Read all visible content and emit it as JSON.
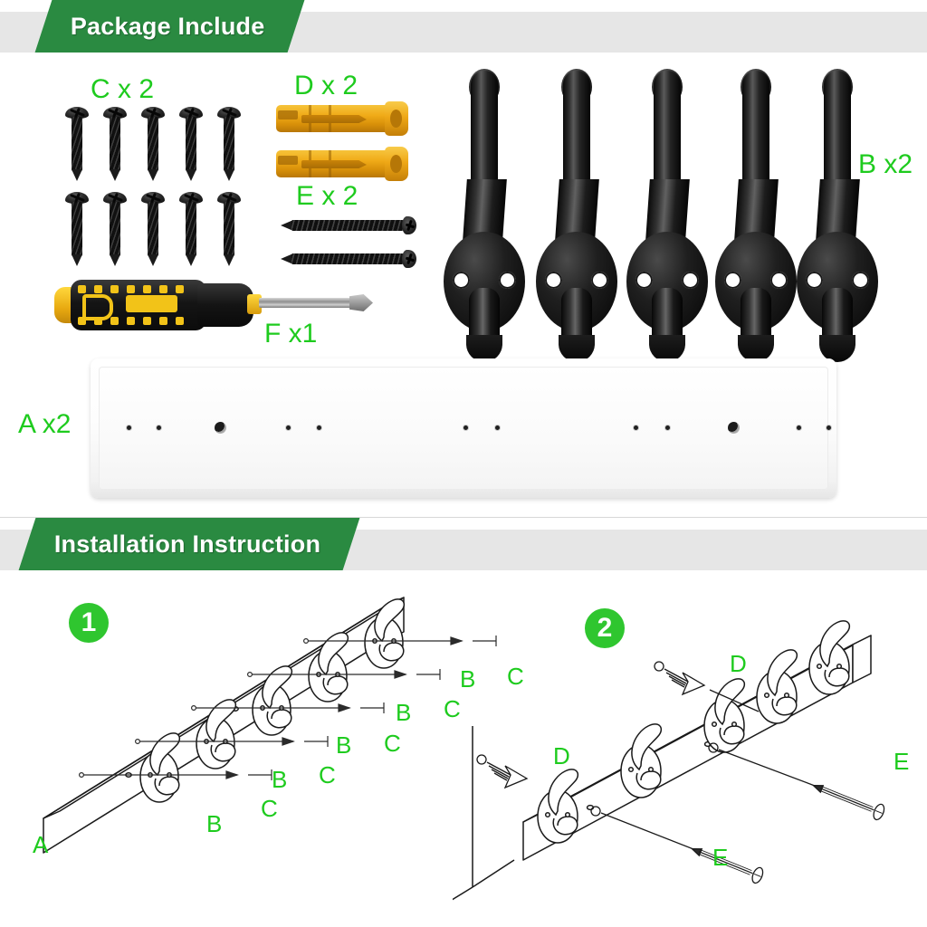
{
  "document": {
    "title": "Coat Hook Rack Package Include and Installation Instruction"
  },
  "sections": [
    {
      "id": "package",
      "banner_label": "Package Include"
    },
    {
      "id": "installation",
      "banner_label": "Installation Instruction"
    }
  ],
  "colors": {
    "banner_green": "#2a8a41",
    "label_green": "#1ecb1e",
    "badge_green": "#2fc62f",
    "banner_strip_gray": "#e6e6e6",
    "background": "#ffffff",
    "hardware_black": "#101010",
    "anchor_yellow": "#f0ab18",
    "rail_white": "#ffffff"
  },
  "package": {
    "banner": "Package Include",
    "parts": [
      {
        "key": "C",
        "label": "C x 2",
        "item": "flat-head-screw",
        "visible_count": 10,
        "rows": 2,
        "per_row": 5
      },
      {
        "key": "D",
        "label": "D x 2",
        "item": "wall-anchor",
        "visible_count": 2
      },
      {
        "key": "E",
        "label": "E x 2",
        "item": "long-screw",
        "visible_count": 2
      },
      {
        "key": "B",
        "label": "B x2",
        "item": "coat-hook",
        "visible_count": 5
      },
      {
        "key": "F",
        "label": "F x1",
        "item": "screwdriver",
        "visible_count": 1
      },
      {
        "key": "A",
        "label": "A x2",
        "item": "mounting-rail",
        "visible_count": 1
      }
    ]
  },
  "installation": {
    "banner": "Installation Instruction",
    "steps": [
      {
        "number": "1",
        "badge": "1",
        "callouts": [
          {
            "text": "A"
          },
          {
            "text": "B"
          },
          {
            "text": "B"
          },
          {
            "text": "B"
          },
          {
            "text": "B"
          },
          {
            "text": "B"
          },
          {
            "text": "C"
          },
          {
            "text": "C"
          },
          {
            "text": "C"
          },
          {
            "text": "C"
          },
          {
            "text": "C"
          }
        ]
      },
      {
        "number": "2",
        "badge": "2",
        "callouts": [
          {
            "text": "D"
          },
          {
            "text": "D"
          },
          {
            "text": "E"
          },
          {
            "text": "E"
          }
        ]
      }
    ]
  },
  "step1_labels": {
    "a": "A",
    "b1": "B",
    "b2": "B",
    "b3": "B",
    "b4": "B",
    "b5": "B",
    "c1": "C",
    "c2": "C",
    "c3": "C",
    "c4": "C",
    "c5": "C"
  },
  "step2_labels": {
    "d1": "D",
    "d2": "D",
    "e1": "E",
    "e2": "E"
  }
}
